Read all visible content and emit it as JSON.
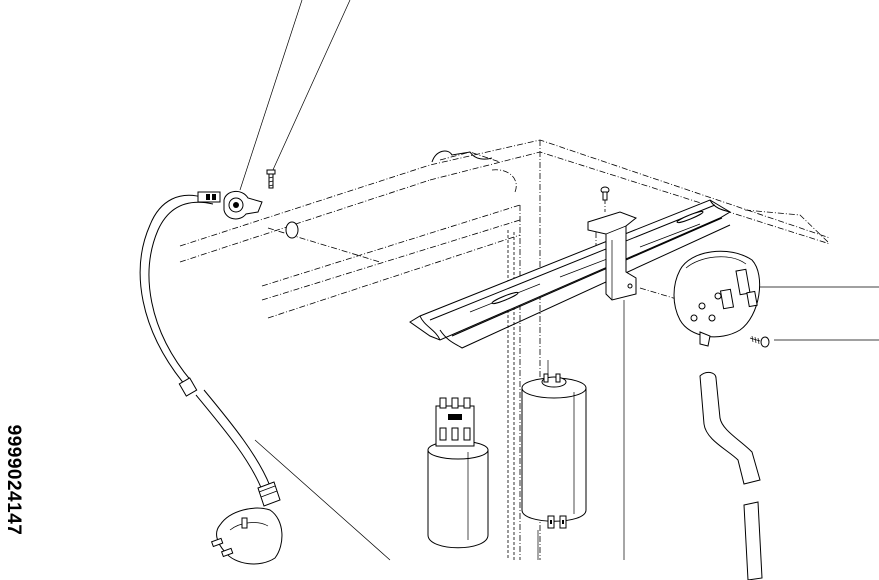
{
  "figure": {
    "part_number": "9999024147",
    "ink": "#000000",
    "paper": "#ffffff"
  },
  "parts": [
    {
      "name": "power-cord-with-plug"
    },
    {
      "name": "cord-strain-relief-clamp"
    },
    {
      "name": "clamp-screw"
    },
    {
      "name": "mounting-rail-channel"
    },
    {
      "name": "bracket"
    },
    {
      "name": "bracket-screw"
    },
    {
      "name": "pressure-switch"
    },
    {
      "name": "pressure-switch-screw"
    },
    {
      "name": "capacitor-small"
    },
    {
      "name": "capacitor-large"
    },
    {
      "name": "pressure-hose"
    }
  ]
}
